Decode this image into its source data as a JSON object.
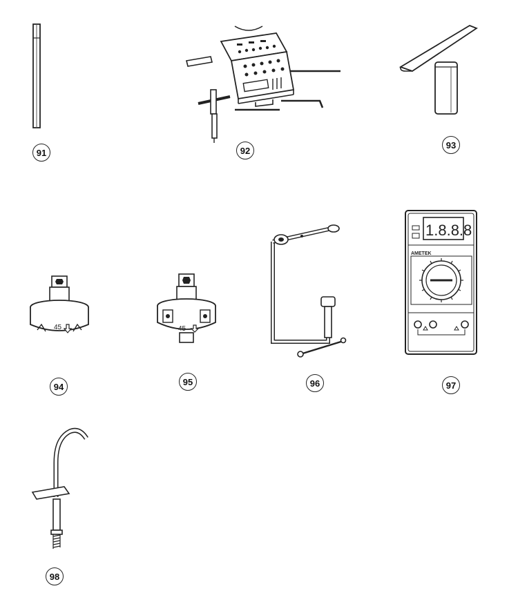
{
  "tools": [
    {
      "id": "91",
      "callout": "91"
    },
    {
      "id": "92",
      "callout": "92"
    },
    {
      "id": "93",
      "callout": "93"
    },
    {
      "id": "94",
      "callout": "94",
      "marking": "45"
    },
    {
      "id": "95",
      "callout": "95",
      "marking": "45"
    },
    {
      "id": "96",
      "callout": "96"
    },
    {
      "id": "97",
      "callout": "97",
      "brand": "AMETEK",
      "display": "1.8.8.8"
    },
    {
      "id": "98",
      "callout": "98"
    }
  ],
  "colors": {
    "ink": "#222222",
    "fill": "#ffffff",
    "shade": "#555555"
  }
}
